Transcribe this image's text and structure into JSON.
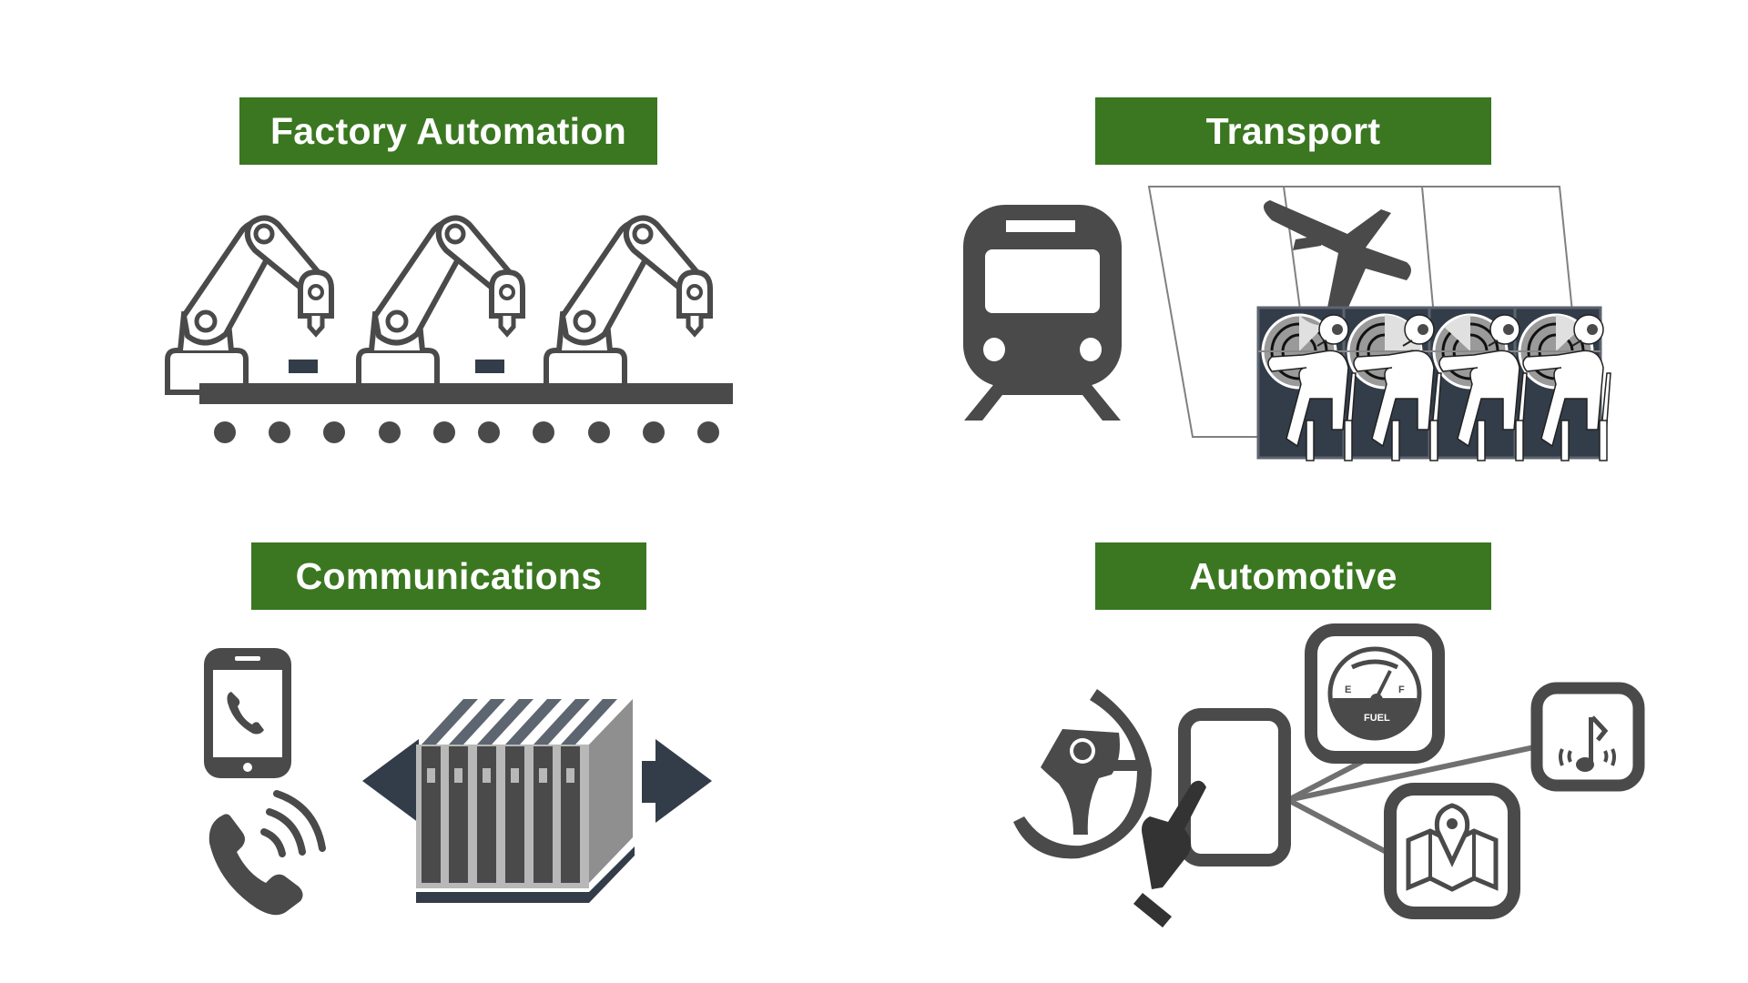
{
  "colors": {
    "label_background": "#3a7720",
    "label_text": "#ffffff",
    "icon_dark": "#4a4a4a",
    "icon_navy": "#333d49",
    "icon_mid_gray": "#9a9a9a",
    "icon_light_gray": "#b8b8b8",
    "connector_gray": "#707070"
  },
  "sections": [
    {
      "id": "factory-automation",
      "title": "Factory Automation",
      "icons": [
        "robot-arm-icon",
        "robot-arm-icon",
        "robot-arm-icon",
        "conveyor-belt-icon"
      ]
    },
    {
      "id": "transport",
      "title": "Transport",
      "icons": [
        "train-icon",
        "airplane-icon",
        "air-traffic-control-operators-icon"
      ]
    },
    {
      "id": "communications",
      "title": "Communications",
      "icons": [
        "smartphone-call-icon",
        "ringing-phone-icon",
        "telecom-chassis-icon",
        "bidirectional-arrow-icon"
      ]
    },
    {
      "id": "automotive",
      "title": "Automotive",
      "icons": [
        "steering-wheel-icon",
        "touchscreen-icon",
        "pointing-hand-icon",
        "fuel-gauge-icon",
        "music-audio-icon",
        "map-location-icon"
      ],
      "fuel_gauge": {
        "empty_label": "E",
        "full_label": "F",
        "caption": "FUEL"
      }
    }
  ]
}
